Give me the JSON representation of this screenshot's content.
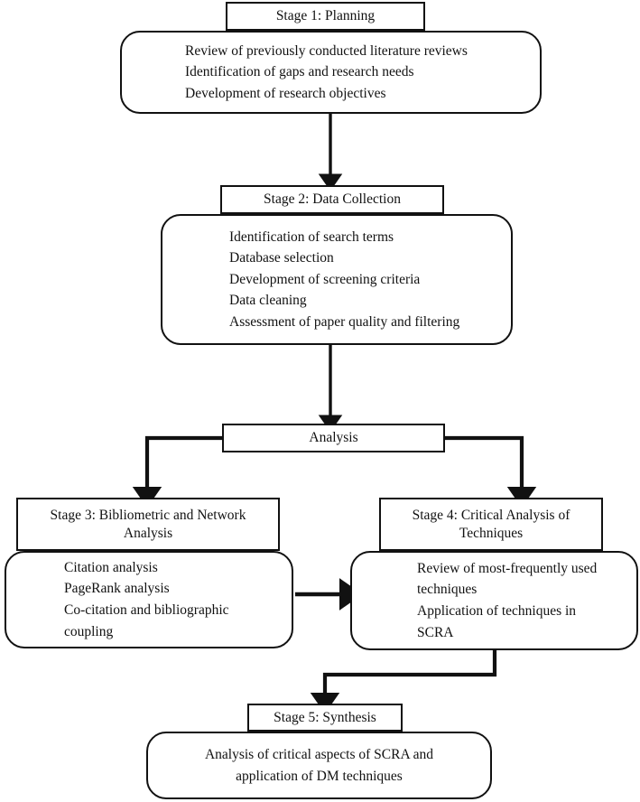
{
  "diagram": {
    "title": "Five-stage research methodology flowchart",
    "stroke_color": "#111111",
    "background_color": "#ffffff"
  },
  "stages": [
    {
      "id": "stage-1",
      "header": "Stage 1: Planning",
      "lines": [
        "Review of previously conducted literature reviews",
        "Identification of gaps and research needs",
        "Development of research objectives"
      ]
    },
    {
      "id": "stage-2",
      "header": "Stage 2: Data Collection",
      "lines": [
        "Identification of search terms",
        "Database selection",
        "Development of screening criteria",
        "Data cleaning",
        "Assessment of paper quality and filtering"
      ]
    },
    {
      "id": "analysis",
      "header": "Analysis",
      "lines": []
    },
    {
      "id": "stage-3",
      "header": "Stage 3: Bibliometric and Network Analysis",
      "lines": [
        "Citation analysis",
        "PageRank analysis",
        "Co-citation and bibliographic",
        "coupling"
      ]
    },
    {
      "id": "stage-4",
      "header": "Stage 4: Critical Analysis of Techniques",
      "lines": [
        "Review of most-frequently used",
        "techniques",
        "Application of techniques in",
        "SCRA"
      ]
    },
    {
      "id": "stage-5",
      "header": "Stage 5: Synthesis",
      "lines": [
        "Analysis of critical aspects of SCRA and",
        "application of DM techniques"
      ]
    }
  ]
}
